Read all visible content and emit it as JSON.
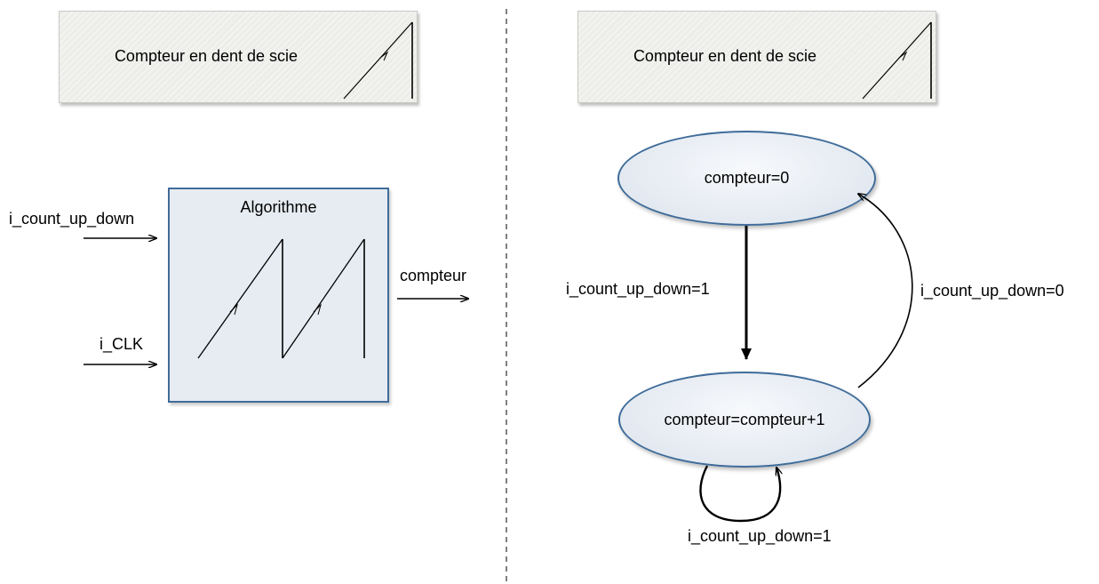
{
  "left_panel": {
    "title": "Compteur en dent de scie",
    "block": {
      "title": "Algorithme"
    },
    "inputs": [
      "i_count_up_down",
      "i_CLK"
    ],
    "output": "compteur"
  },
  "right_panel": {
    "title": "Compteur en dent de scie",
    "states": [
      {
        "label": "compteur=0"
      },
      {
        "label": "compteur=compteur+1"
      }
    ],
    "transitions": [
      {
        "from": "compteur=0",
        "to": "compteur=compteur+1",
        "label": "i_count_up_down=1"
      },
      {
        "from": "compteur=compteur+1",
        "to": "compteur=0",
        "label": "i_count_up_down=0"
      },
      {
        "from": "compteur=compteur+1",
        "to": "compteur=compteur+1",
        "label": "i_count_up_down=1"
      }
    ]
  },
  "colors": {
    "box_border": "#3f6c9a",
    "box_fill": "#e7ecf2",
    "title_fill": "#ededea",
    "line": "#000000"
  }
}
